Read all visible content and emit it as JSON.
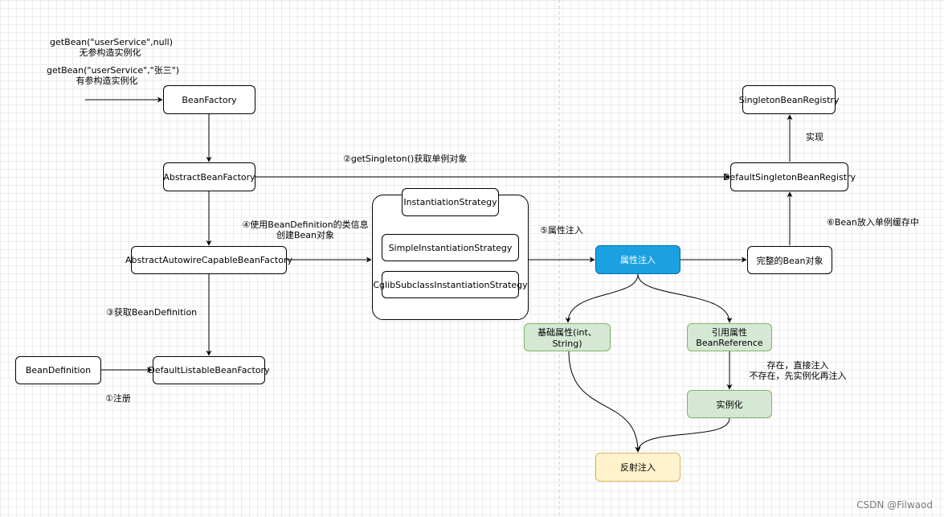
{
  "nodes": {
    "bean_factory": "BeanFactory",
    "abstract_bean_factory": "AbstractBeanFactory",
    "abstract_autowire": "AbstractAutowireCapableBeanFactory",
    "default_listable": "DefaultListableBeanFactory",
    "bean_definition": "BeanDefinition",
    "instantiation_strategy": "InstantiationStrategy",
    "simple_strategy": "SimpleInstantiationStrategy",
    "cglib_strategy": "CglibSubclassInstantiationStrategy",
    "property_injection": "属性注入",
    "complete_bean": "完整的Bean对象",
    "singleton_registry": "SingletonBeanRegistry",
    "default_singleton_registry": "DefaultSingletonBeanRegistry",
    "basic_property": "基础属性(int、String)",
    "ref_property_line1": "引用属性",
    "ref_property_line2": "BeanReference",
    "instantiate": "实例化",
    "reflect_inject": "反射注入"
  },
  "labels": {
    "call1_line1": "getBean(\"userService\",null)",
    "call1_line2": "无参构造实例化",
    "call2_line1": "getBean(\"userService\",\"张三\")",
    "call2_line2": "有参构造实例化",
    "step1": "①注册",
    "step2": "②getSingleton()获取单例对象",
    "step3": "③获取BeanDefinition",
    "step4_line1": "④使用BeanDefinition的类信息",
    "step4_line2": "创建Bean对象",
    "step5": "⑤属性注入",
    "step6": "⑥Bean放入单例缓存中",
    "implements": "实现",
    "exists_line1": "存在，直接注入",
    "exists_line2": "不存在，先实例化再注入"
  },
  "watermark": "CSDN @Filwaod",
  "colors": {
    "blue_fill": "#1ba1e2",
    "green_fill": "#d5e8d4",
    "yellow_fill": "#fff2cc"
  }
}
